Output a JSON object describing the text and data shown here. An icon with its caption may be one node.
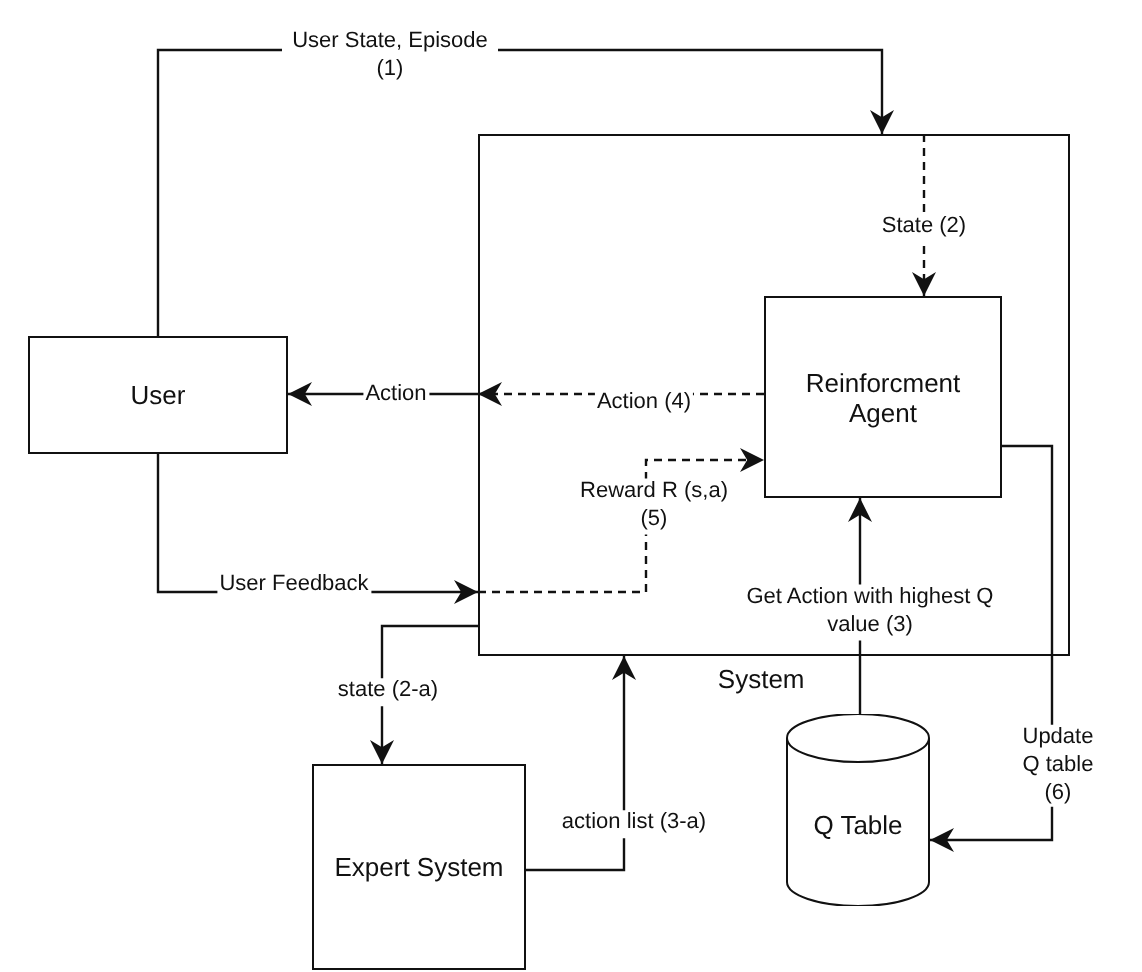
{
  "diagram": {
    "nodes": [
      {
        "text": [
          "System"
        ]
      },
      {
        "text": [
          "Reinforcment Agent"
        ],
        "in": 0
      },
      {
        "text": [
          "User"
        ]
      },
      {
        "text": [
          "Expert System"
        ]
      },
      {
        "text": [
          "Q Table"
        ]
      }
    ],
    "edges": [
      {
        "from": 2,
        "to": 0,
        "arrow": "to",
        "label": "User State, Episode (1)"
      },
      {
        "from": 0,
        "to": 1,
        "arrow": "to",
        "label": "State (2)",
        "style": "dashed"
      },
      {
        "from": 1,
        "to": 0,
        "arrow": "to",
        "label": "Action (4)",
        "style": "dashed"
      },
      {
        "from": 0,
        "to": 2,
        "arrow": "to",
        "label": "Action"
      },
      {
        "from": 2,
        "to": 0,
        "arrow": "to",
        "label": "User Feedback"
      },
      {
        "from": 0,
        "to": 1,
        "arrow": "to",
        "label": "Reward R (s,a) (5)",
        "style": "dashed"
      },
      {
        "from": 4,
        "to": 1,
        "arrow": "to",
        "label": "Get Action with highest Q value (3)"
      },
      {
        "from": 1,
        "to": 4,
        "arrow": "to",
        "label": "Update Q table (6)"
      },
      {
        "from": 0,
        "to": 3,
        "arrow": "to",
        "label": "state (2-a)"
      },
      {
        "from": 3,
        "to": 0,
        "arrow": "to",
        "label": "action list (3-a)"
      }
    ]
  }
}
